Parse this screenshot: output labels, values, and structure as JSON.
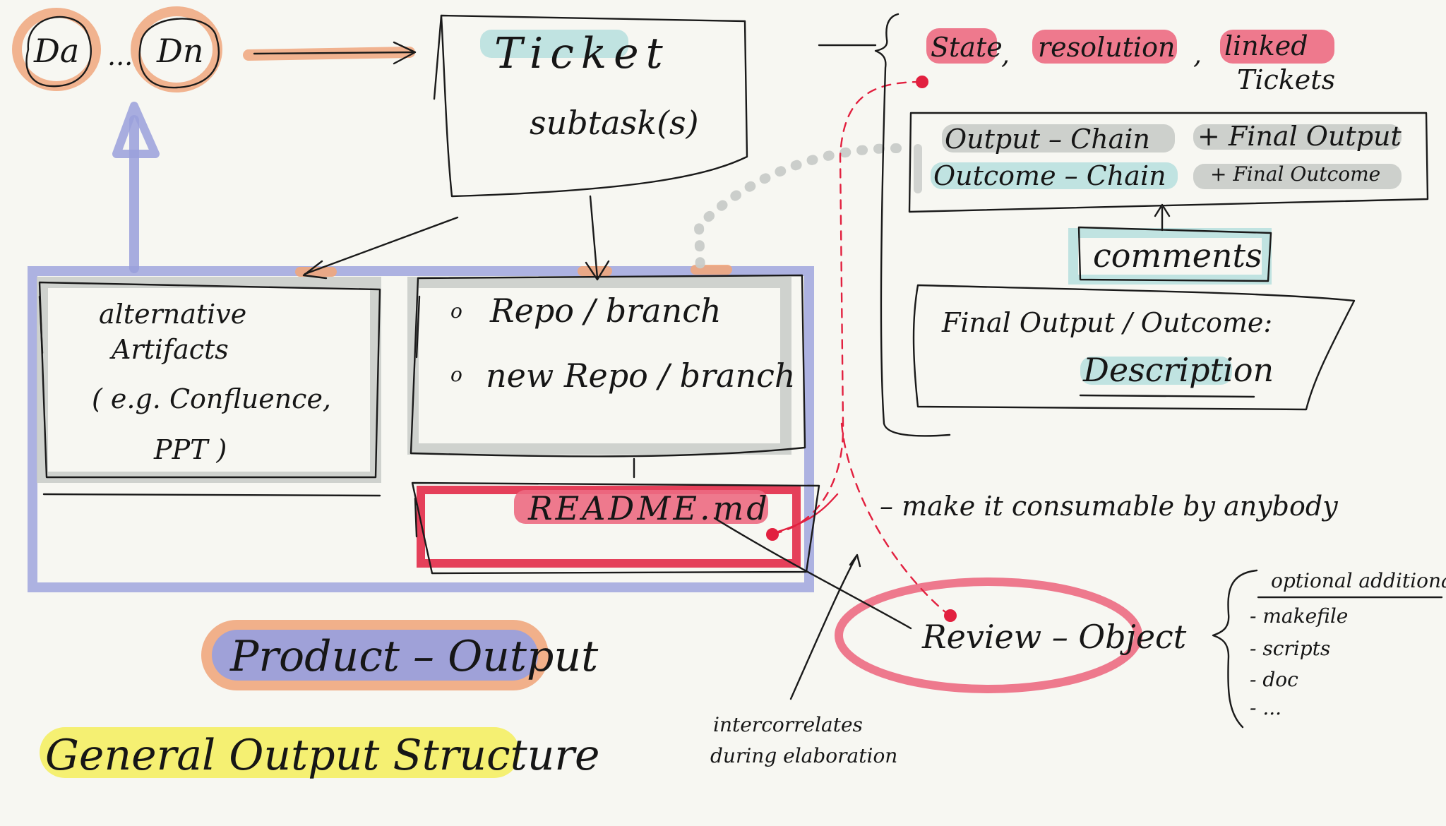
{
  "colors": {
    "orange": "#f0a77e",
    "blue": "#9aa0dc",
    "teal": "#b9e0df",
    "pink": "#ec6a82",
    "red": "#e2203f",
    "gray": "#c8cbc8",
    "yellow": "#f4ef6a"
  },
  "developers": {
    "first": "Da",
    "ellipsis": "...",
    "last": "Dn"
  },
  "ticket": {
    "title": "Ticket",
    "subtitle": "subtask(s)"
  },
  "ticket_meta": {
    "state": "State",
    "resolution": "resolution",
    "linked_line1": "linked",
    "linked_line2": "Tickets"
  },
  "output_chain": {
    "line1_a": "Output – Chain",
    "line1_b": "+ Final Output",
    "line2_a": "Outcome – Chain",
    "line2_b": "+ Final Outcome"
  },
  "comments": "comments",
  "final_output": {
    "label": "Final Output / Outcome:",
    "description": "Description"
  },
  "artifacts": {
    "line1": "alternative",
    "line2": "Artifacts",
    "line3": "( e.g. Confluence,",
    "line4": "PPT )"
  },
  "repo": {
    "item1": "Repo / branch",
    "item2": "new Repo / branch",
    "bullet": "o"
  },
  "readme": "README.md",
  "consumable_note": "– make it consumable by anybody",
  "review": "Review – Object",
  "optional": {
    "heading": "optional additionally:",
    "items": [
      "- makefile",
      "- scripts",
      "- doc",
      "- ..."
    ]
  },
  "intercorrelates": {
    "line1": "intercorrelates",
    "line2": "during elaboration"
  },
  "product_output": "Product – Output",
  "general_output": "General Output Structure"
}
